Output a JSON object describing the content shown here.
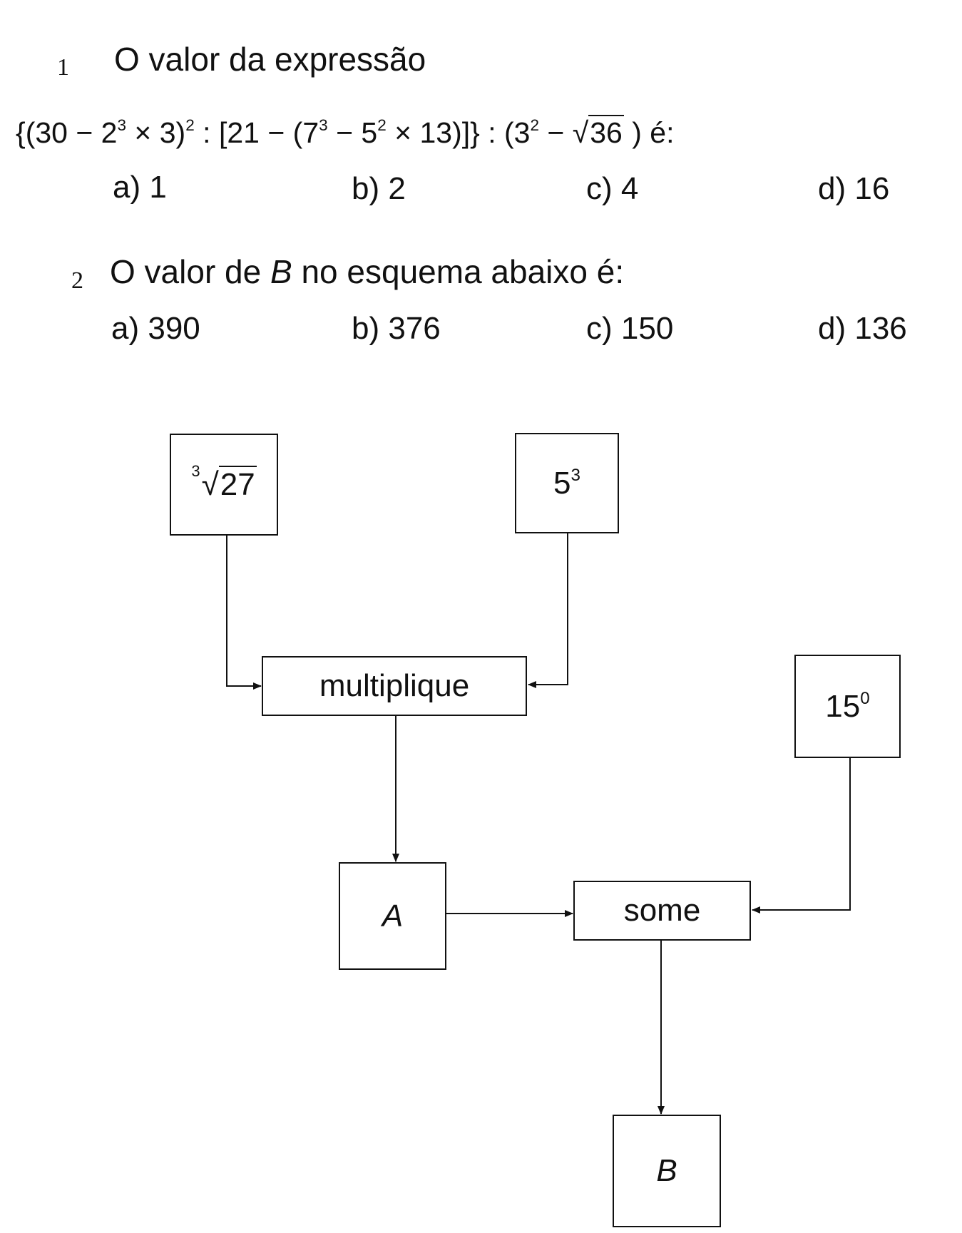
{
  "q1": {
    "number": "1",
    "title": "O valor da expressão",
    "expression": {
      "p1": "{(30 − 2",
      "e1": "3",
      "p2": " × 3)",
      "e2": "2",
      "p3": " : [21 − (7",
      "e3": "3",
      "p4": " − 5",
      "e4": "2",
      "p5": " × 13)]} : (3",
      "e5": "2",
      "p6": " − √",
      "radicand": "36",
      "p7": " )  é:"
    },
    "options": [
      "a)  1",
      "b)  2",
      "c)  4",
      "d)  16"
    ]
  },
  "q2": {
    "number": "2",
    "title_pre": "O valor de ",
    "title_var": "B",
    "title_post": " no esquema abaixo é:",
    "options": [
      "a)  390",
      "b)  376",
      "c)  150",
      "d)  136"
    ]
  },
  "diagram": {
    "cube_root": {
      "index": "3",
      "radical": "√",
      "radicand": "27"
    },
    "power": {
      "base": "5",
      "exp": "3"
    },
    "multiply": "multiplique",
    "power2": {
      "base": "15",
      "exp": "0"
    },
    "a": "A",
    "sum": "some",
    "b": "B"
  }
}
